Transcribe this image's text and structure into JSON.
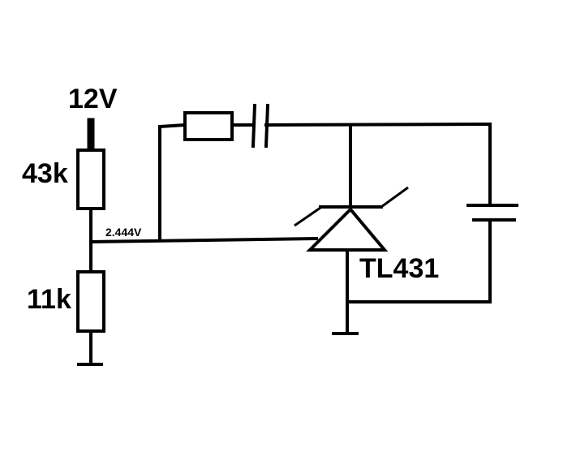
{
  "labels": {
    "supply": "12V",
    "r_top": "43k",
    "r_bottom": "11k",
    "divider_voltage": "2.444V",
    "ic": "TL431"
  }
}
